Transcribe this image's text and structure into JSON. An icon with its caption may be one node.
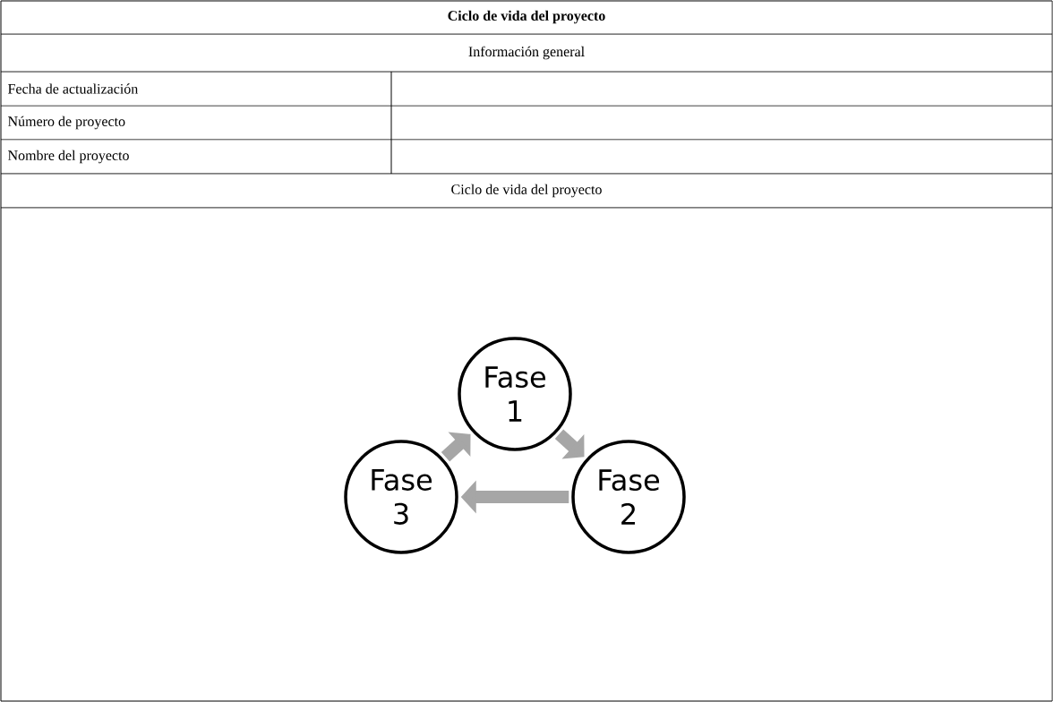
{
  "diagram": {
    "title": "Ciclo de vida del proyecto",
    "nodes": [
      {
        "text": [
          "Fase 1"
        ]
      },
      {
        "text": [
          "Fase 2"
        ]
      },
      {
        "text": [
          "Fase 3"
        ]
      }
    ],
    "edges": [
      {
        "from": 0,
        "to": 1,
        "arrow": "to"
      },
      {
        "from": 1,
        "to": 2,
        "arrow": "to"
      },
      {
        "from": 2,
        "to": 0,
        "arrow": "to"
      }
    ],
    "labels": [
      "Información general",
      "Fecha de actualización",
      "Número de proyecto",
      "Nombre del proyecto",
      "Ciclo de vida del proyecto"
    ]
  }
}
